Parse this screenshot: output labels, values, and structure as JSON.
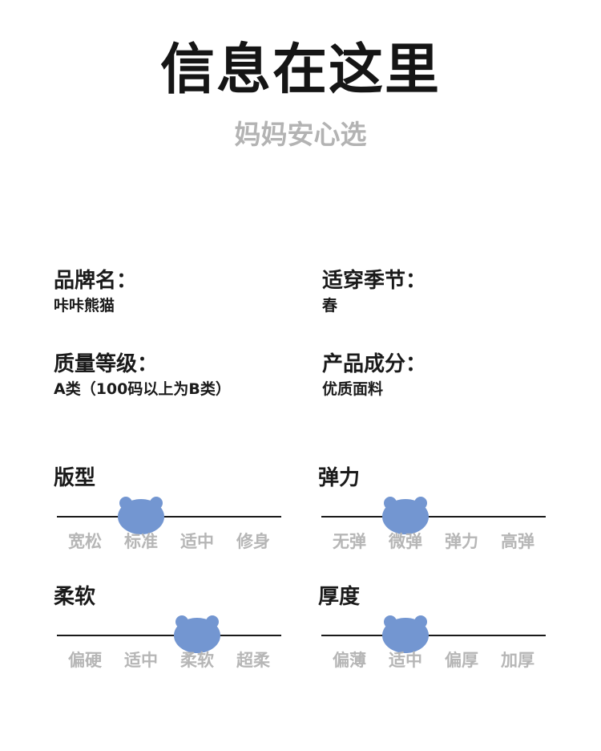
{
  "header": {
    "title": "信息在这里",
    "subtitle": "妈妈安心选"
  },
  "info": {
    "brand": {
      "label": "品牌名：",
      "value": "咔咔熊猫"
    },
    "season": {
      "label": "适穿季节：",
      "value": "春"
    },
    "grade": {
      "label": "质量等级：",
      "value": "A类（100码以上为B类）"
    },
    "material": {
      "label": "产品成分：",
      "value": "优质面料"
    }
  },
  "scales": {
    "fit": {
      "title": "版型",
      "options": [
        "宽松",
        "标准",
        "适中",
        "修身"
      ],
      "selected_index": 1
    },
    "elasticity": {
      "title": "弹力",
      "options": [
        "无弹",
        "微弹",
        "弹力",
        "高弹"
      ],
      "selected_index": 1
    },
    "softness": {
      "title": "柔软",
      "options": [
        "偏硬",
        "适中",
        "柔软",
        "超柔"
      ],
      "selected_index": 2
    },
    "thickness": {
      "title": "厚度",
      "options": [
        "偏薄",
        "适中",
        "偏厚",
        "加厚"
      ],
      "selected_index": 1
    }
  },
  "colors": {
    "accent": "#7396d1",
    "muted_text": "#b6b6b6",
    "text": "#1a1a1a"
  },
  "icons": {
    "indicator": "bear-head-icon"
  }
}
